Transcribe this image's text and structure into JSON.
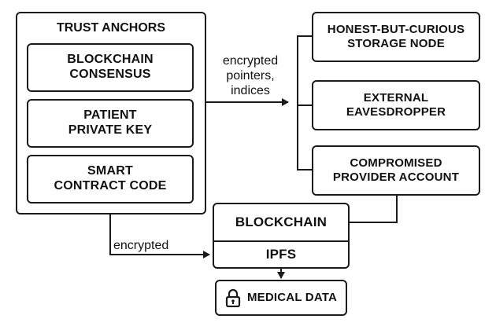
{
  "trust_anchors": {
    "title": "TRUST ANCHORS",
    "items": [
      {
        "line1": "BLOCKCHAIN",
        "line2": "CONSENSUS"
      },
      {
        "line1": "PATIENT",
        "line2": "PRIVATE KEY"
      },
      {
        "line1": "SMART",
        "line2": "CONTRACT CODE"
      }
    ]
  },
  "adversaries": [
    {
      "line1": "HONEST-BUT-CURIOUS",
      "line2": "STORAGE NODE"
    },
    {
      "line1": "EXTERNAL",
      "line2": "EAVESDROPPER"
    },
    {
      "line1": "COMPROMISED",
      "line2": "PROVIDER ACCOUNT"
    }
  ],
  "edge_labels": {
    "top": {
      "line1": "encrypted",
      "line2": "pointers,",
      "line3": "indices"
    },
    "bottom": "encrypted"
  },
  "storage_stack": {
    "top": "BLOCKCHAIN",
    "bottom": "IPFS"
  },
  "medical_data": {
    "icon": "lock-icon",
    "label": "MEDICAL DATA"
  },
  "colors": {
    "stroke": "#1a1a1a",
    "background": "#ffffff",
    "text": "#111111"
  }
}
